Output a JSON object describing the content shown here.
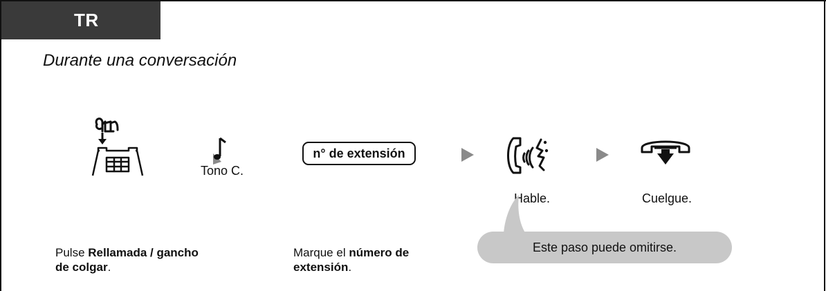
{
  "mode_tab": {
    "label": "TR"
  },
  "heading": "Durante una conversación",
  "steps": [
    {
      "icon": "flash-recall-press-icon",
      "desc_pre": "Pulse ",
      "desc_bold": "Rellamada / gancho de colgar",
      "desc_post": "."
    },
    {
      "icon": "confirmation-tone-icon",
      "caption": "Tono C."
    },
    {
      "icon": "extension-number-key",
      "key_label": "n° de extensión",
      "desc_pre": "Marque el ",
      "desc_bold": "número de extensión",
      "desc_post": "."
    },
    {
      "icon": "handset-talk-icon",
      "caption": "Hable."
    },
    {
      "icon": "hang-up-icon",
      "caption": "Cuelgue."
    }
  ],
  "note": "Este paso puede omitirse.",
  "colors": {
    "tab_bg": "#3a3a3a",
    "note_bg": "#c8c8c8",
    "arrow": "#8a8a8a",
    "line": "#111111"
  }
}
